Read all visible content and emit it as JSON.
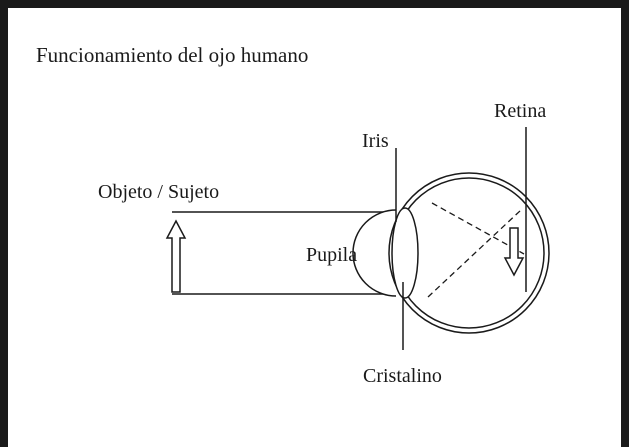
{
  "title": "Funcionamiento del ojo humano",
  "labels": {
    "object": "Objeto / Sujeto",
    "iris": "Iris",
    "retina": "Retina",
    "pupil": "Pupila",
    "lens": "Cristalino"
  },
  "colors": {
    "ink": "#1a1a1a",
    "background": "#ffffff"
  }
}
